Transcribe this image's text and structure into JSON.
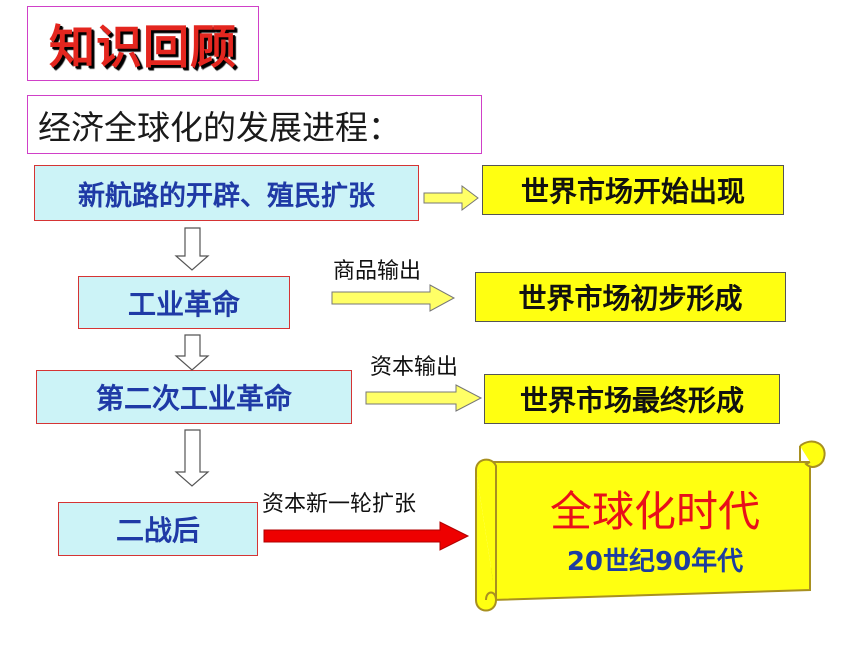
{
  "header": {
    "title": "知识回顾",
    "subtitle": "经济全球化的发展进程："
  },
  "stages": [
    {
      "label": "新航路的开辟、殖民扩张"
    },
    {
      "label": "工业革命"
    },
    {
      "label": "第二次工业革命"
    },
    {
      "label": "二战后"
    }
  ],
  "results": [
    {
      "label": "世界市场开始出现"
    },
    {
      "label": "世界市场初步形成"
    },
    {
      "label": "世界市场最终形成"
    }
  ],
  "connectors": {
    "goods_export": "商品输出",
    "capital_export": "资本输出",
    "new_capital_expansion": "资本新一轮扩张"
  },
  "scroll": {
    "title": "全球化时代",
    "subtitle": "20世纪90年代"
  },
  "colors": {
    "stage_fill": "#ccf3f7",
    "stage_text": "#1f3aa6",
    "result_fill": "#ffff11",
    "title_red": "#e4261f",
    "arrow_yellow": "#ffff66",
    "arrow_red": "#ee0000",
    "scroll_fill": "#ffff11"
  }
}
